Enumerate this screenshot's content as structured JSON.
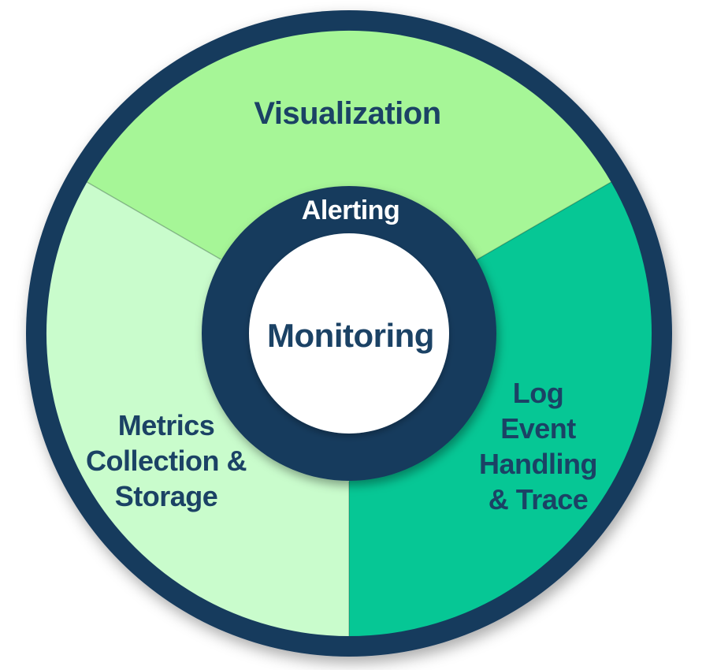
{
  "colors": {
    "navy": "#183A5D",
    "text_navy": "#1B4265",
    "white": "#FFFFFF",
    "visualization_green": "#A6F697",
    "log_teal": "#06C795",
    "metrics_mint": "#C9FCCC"
  },
  "diagram": {
    "center": {
      "label": "Monitoring"
    },
    "inner_ring": {
      "label": "Alerting"
    },
    "segments": [
      {
        "name": "visualization",
        "color": "#A6F697",
        "lines": [
          "Visualization"
        ]
      },
      {
        "name": "log-event-handling-trace",
        "color": "#06C795",
        "lines": [
          "Log",
          "Event",
          "Handling",
          "& Trace"
        ]
      },
      {
        "name": "metrics-collection-storage",
        "color": "#C9FCCC",
        "lines": [
          "Metrics",
          "Collection &",
          "Storage"
        ]
      }
    ]
  }
}
